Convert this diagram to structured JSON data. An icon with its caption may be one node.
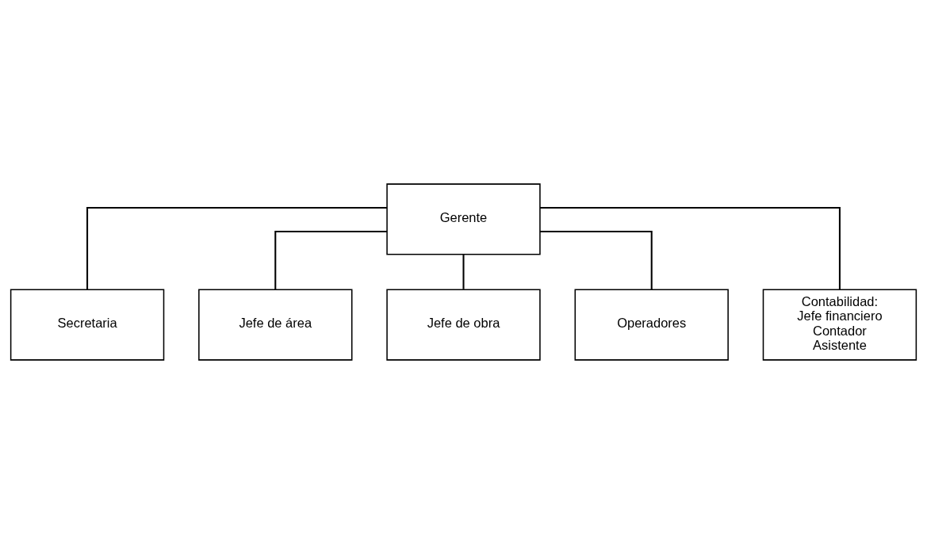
{
  "diagram": {
    "nodes": [
      {
        "text": [
          "Gerente"
        ]
      },
      {
        "text": [
          "Secretaria"
        ]
      },
      {
        "text": [
          "Jefe de área"
        ]
      },
      {
        "text": [
          "Jefe de obra"
        ]
      },
      {
        "text": [
          "Operadores"
        ]
      },
      {
        "text": [
          "Contabilidad:",
          "Jefe financiero",
          "Contador",
          "Asistente"
        ]
      }
    ],
    "edges": [
      {
        "from": 0,
        "to": 1,
        "arrow": "none"
      },
      {
        "from": 0,
        "to": 2,
        "arrow": "none"
      },
      {
        "from": 0,
        "to": 3,
        "arrow": "none"
      },
      {
        "from": 0,
        "to": 4,
        "arrow": "none"
      },
      {
        "from": 0,
        "to": 5,
        "arrow": "none"
      }
    ]
  }
}
